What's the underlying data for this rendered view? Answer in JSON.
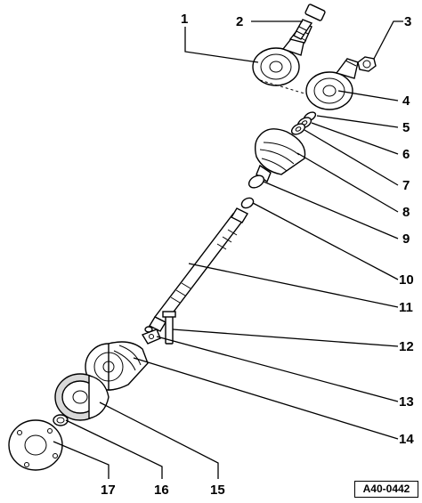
{
  "callouts": {
    "c1": "1",
    "c2": "2",
    "c3": "3",
    "c4": "4",
    "c5": "5",
    "c6": "6",
    "c7": "7",
    "c8": "8",
    "c9": "9",
    "c10": "10",
    "c11": "11",
    "c12": "12",
    "c13": "13",
    "c14": "14",
    "c15": "15",
    "c16": "16",
    "c17": "17"
  },
  "reference_code": "A40-0442"
}
